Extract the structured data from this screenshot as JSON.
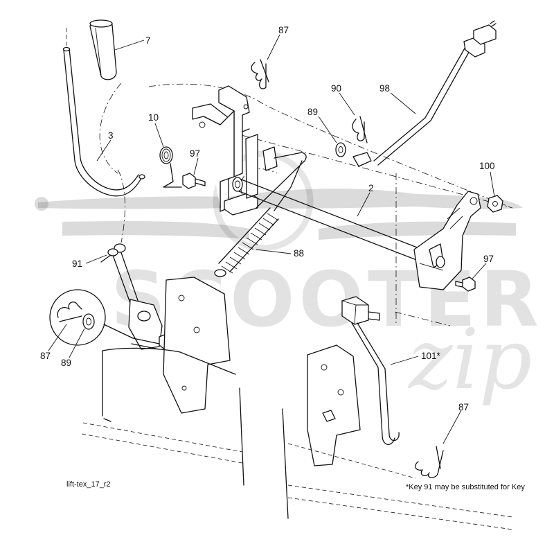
{
  "callouts": {
    "c7": "7",
    "c87_top": "87",
    "c90": "90",
    "c98": "98",
    "c89_top": "89",
    "c10": "10",
    "c3": "3",
    "c97_left": "97",
    "c100": "100",
    "c2": "2",
    "c91": "91",
    "c88": "88",
    "c97_right": "97",
    "c87_left": "87",
    "c89_left": "89",
    "c101": "101*",
    "c87_bottom": "87"
  },
  "footer": {
    "drawing_id": "lift-tex_17_r2",
    "note": "*Key 91 may be substituted for Key"
  },
  "watermark": {
    "brand": "SCOOTER",
    "script": "zip"
  }
}
